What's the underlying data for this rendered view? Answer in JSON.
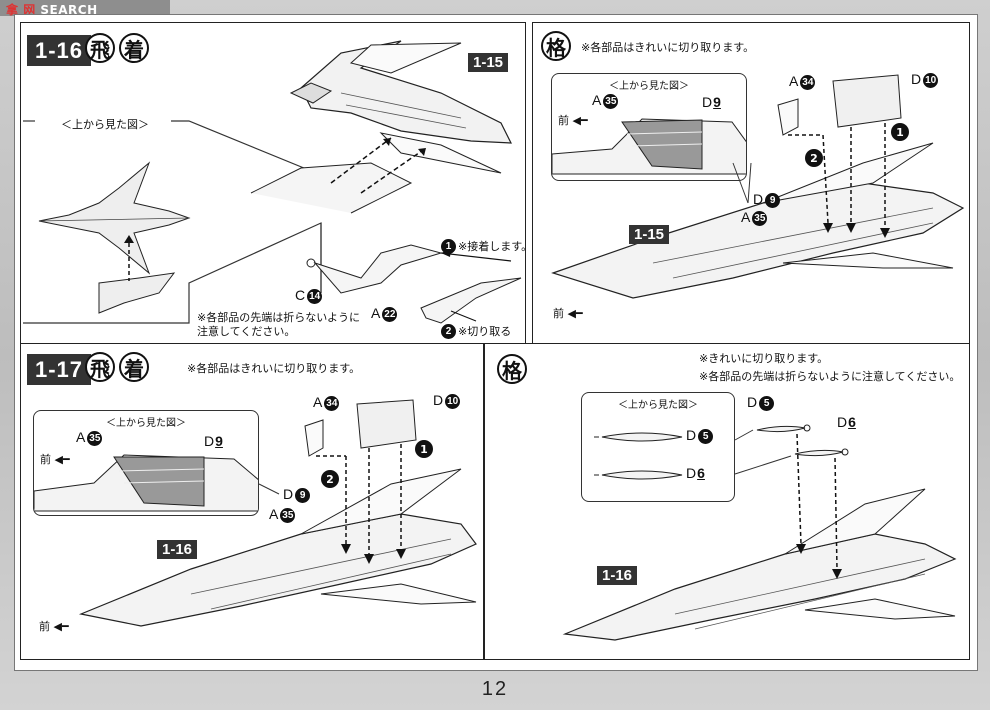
{
  "watermark": {
    "prefix": "拿",
    "mid": "网",
    "suffix": "SEARCH"
  },
  "page_number": "12",
  "panels": {
    "p1": {
      "step": "1-16",
      "kanji": [
        "飛",
        "着"
      ],
      "inset_title": "＜上から見た図＞",
      "tag": "1-15",
      "parts": {
        "c": "C",
        "c_num": "14",
        "a": "A",
        "a_num": "22"
      },
      "instr1_num": "1",
      "instr1": "※接着します。",
      "instr2_num": "2",
      "instr2": "※切り取る",
      "caution": "※各部品の先端は折らないように\n注意してください。"
    },
    "p2": {
      "kanji": "格",
      "note": "※各部品はきれいに切り取ります。",
      "inset_title": "＜上から見た図＞",
      "inset_a": "A",
      "inset_a_num": "35",
      "inset_d": "D",
      "inset_d_num": "9",
      "inset_front": "前",
      "a34": "A",
      "a34_num": "34",
      "d10": "D",
      "d10_num": "10",
      "d9": "D",
      "d9_num": "9",
      "a35": "A",
      "a35_num": "35",
      "tag": "1-15",
      "front": "前",
      "step1": "1",
      "step2": "2"
    },
    "p3": {
      "step": "1-17",
      "kanji": [
        "飛",
        "着"
      ],
      "note": "※各部品はきれいに切り取ります。",
      "inset_title": "＜上から見た図＞",
      "inset_a": "A",
      "inset_a_num": "35",
      "inset_d": "D",
      "inset_d_num": "9",
      "inset_front": "前",
      "a34": "A",
      "a34_num": "34",
      "d10": "D",
      "d10_num": "10",
      "d9": "D",
      "d9_num": "9",
      "a35": "A",
      "a35_num": "35",
      "tag": "1-16",
      "front": "前",
      "step1": "1",
      "step2": "2"
    },
    "p4": {
      "kanji": "格",
      "note1": "※きれいに切り取ります。",
      "note2": "※各部品の先端は折らないように注意してください。",
      "inset_title": "＜上から見た図＞",
      "inset_d5": "D",
      "inset_d5_num": "5",
      "inset_d6": "D",
      "inset_d6_num": "6",
      "d5": "D",
      "d5_num": "5",
      "d6": "D",
      "d6_num": "6",
      "tag": "1-16"
    }
  }
}
